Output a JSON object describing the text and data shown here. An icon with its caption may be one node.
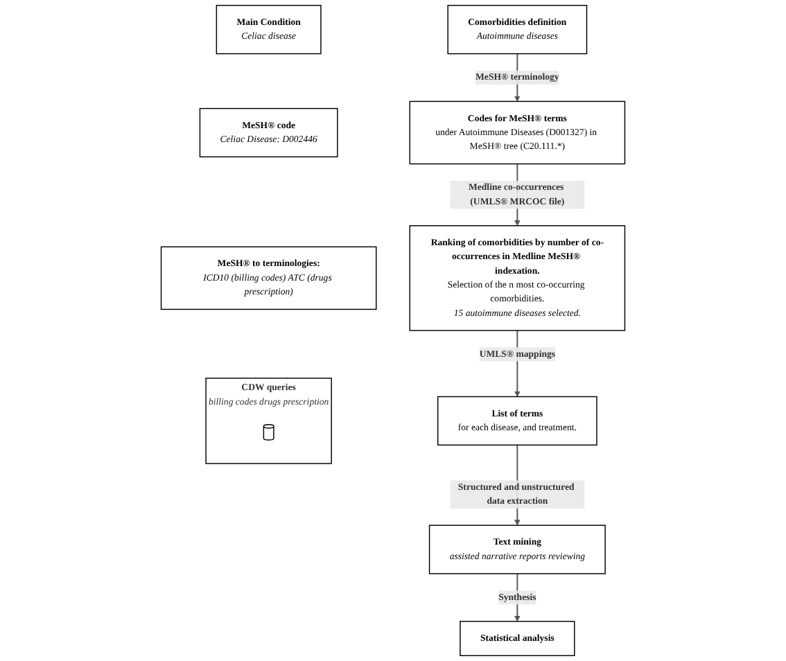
{
  "diagram": {
    "nodes": [
      {
        "text": [
          "Main Condition",
          "Celiac disease"
        ]
      },
      {
        "text": [
          "Comorbidities definition",
          "Autoimmune diseases"
        ]
      },
      {
        "text": [
          "MeSH® code",
          "Celiac Disease: D002446"
        ]
      },
      {
        "text": [
          "Codes for MeSH® terms",
          "under Autoimmune Diseases (D001327) in MeSH® tree (C20.111.*)"
        ]
      },
      {
        "text": [
          "Ranking of comorbidities by number of co-occurrences in Medline MeSH® indexation.",
          "Selection of the n most co-occurring comorbidities.",
          "15 autoimmune diseases selected."
        ]
      },
      {
        "text": [
          "MeSH® to terminologies:",
          "ICD10 (billing codes) ATC (drugs prescription)"
        ]
      },
      {
        "text": [
          "List of terms",
          "for each disease, and treatment."
        ]
      },
      {
        "text": [
          "CDW queries",
          "billing codes drugs prescription"
        ]
      },
      {
        "text": [],
        "shape": "cylinder",
        "in": 7
      },
      {
        "text": [
          "Text mining",
          "assisted narrative reports reviewing"
        ]
      },
      {
        "text": [
          "Statistical analysis"
        ]
      }
    ],
    "edges": [
      {
        "from": 1,
        "to": 3,
        "arrow": "to",
        "label": "MeSH® terminology"
      },
      {
        "from": 3,
        "to": 4,
        "arrow": "to",
        "label": "Medline co-occurrences (UMLS® MRCOC file)"
      },
      {
        "from": 4,
        "to": 6,
        "arrow": "to",
        "label": "UMLS® mappings"
      },
      {
        "from": 6,
        "to": 9,
        "arrow": "to",
        "label": "Structured and unstructured data extraction"
      },
      {
        "from": 9,
        "to": 10,
        "arrow": "to",
        "label": "Synthesis"
      }
    ]
  }
}
